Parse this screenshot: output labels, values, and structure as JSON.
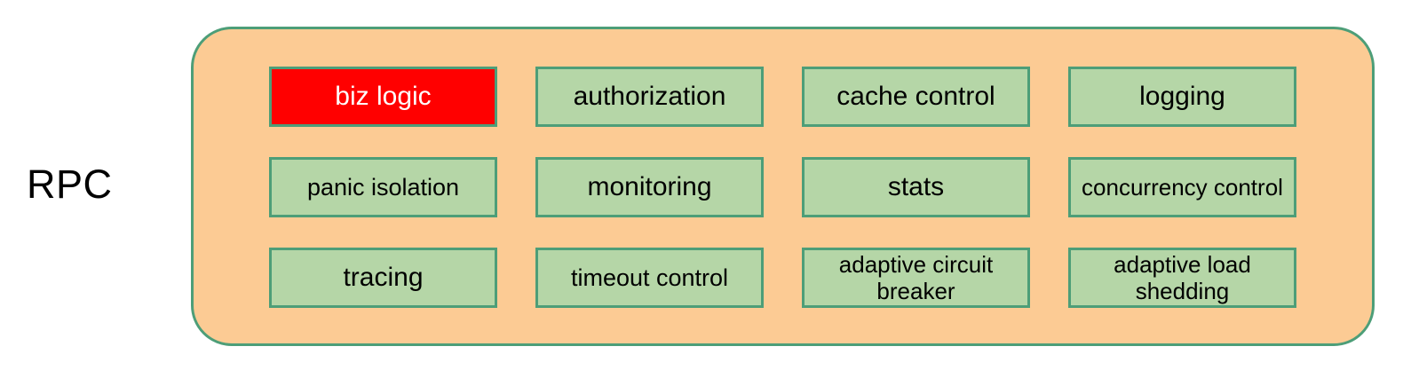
{
  "diagram": {
    "side_label": "RPC",
    "container": {
      "fill_color": "#FCCB94",
      "border_color": "#4D9E78"
    },
    "box_style": {
      "fill_color": "#B5D6A7",
      "border_color": "#4D9E78",
      "text_color": "#000000",
      "highlight_fill_color": "#FF0000",
      "highlight_text_color": "#FFFFFF"
    },
    "rows": [
      {
        "boxes": [
          {
            "label": "biz logic",
            "highlighted": true,
            "lines": 1
          },
          {
            "label": "authorization",
            "highlighted": false,
            "lines": 1
          },
          {
            "label": "cache control",
            "highlighted": false,
            "lines": 1
          },
          {
            "label": "logging",
            "highlighted": false,
            "lines": 1
          }
        ]
      },
      {
        "boxes": [
          {
            "label": "panic isolation",
            "highlighted": false,
            "lines": 1
          },
          {
            "label": "monitoring",
            "highlighted": false,
            "lines": 1
          },
          {
            "label": "stats",
            "highlighted": false,
            "lines": 1
          },
          {
            "label": "concurrency control",
            "highlighted": false,
            "lines": 2
          }
        ]
      },
      {
        "boxes": [
          {
            "label": "tracing",
            "highlighted": false,
            "lines": 1
          },
          {
            "label": "timeout control",
            "highlighted": false,
            "lines": 1
          },
          {
            "label": "adaptive circuit breaker",
            "highlighted": false,
            "lines": 2
          },
          {
            "label": "adaptive load shedding",
            "highlighted": false,
            "lines": 2
          }
        ]
      }
    ]
  }
}
